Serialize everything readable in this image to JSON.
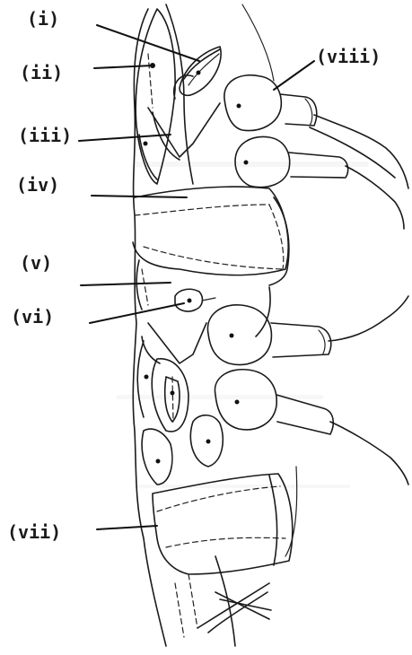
{
  "diagram": {
    "labels": {
      "i": "(i)",
      "ii": "(ii)",
      "iii": "(iii)",
      "iv": "(iv)",
      "v": "(v)",
      "vi": "(vi)",
      "vii": "(vii)",
      "viii": "(viii)"
    },
    "ink_color": "#1a1a1a",
    "background_color": "#ffffff"
  }
}
